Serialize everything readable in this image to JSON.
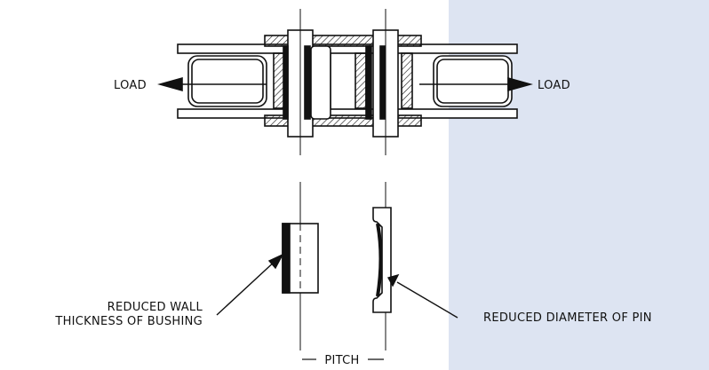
{
  "labels": {
    "load_left": "LOAD",
    "load_right": "LOAD",
    "bushing_line1": "REDUCED WALL",
    "bushing_line2": "THICKNESS OF BUSHING",
    "pin_label": "REDUCED DIAMETER OF PIN",
    "pitch": "PITCH"
  },
  "colors": {
    "background": "#ffffff",
    "highlight_panel": "#dde4f2",
    "ink": "#111111"
  }
}
